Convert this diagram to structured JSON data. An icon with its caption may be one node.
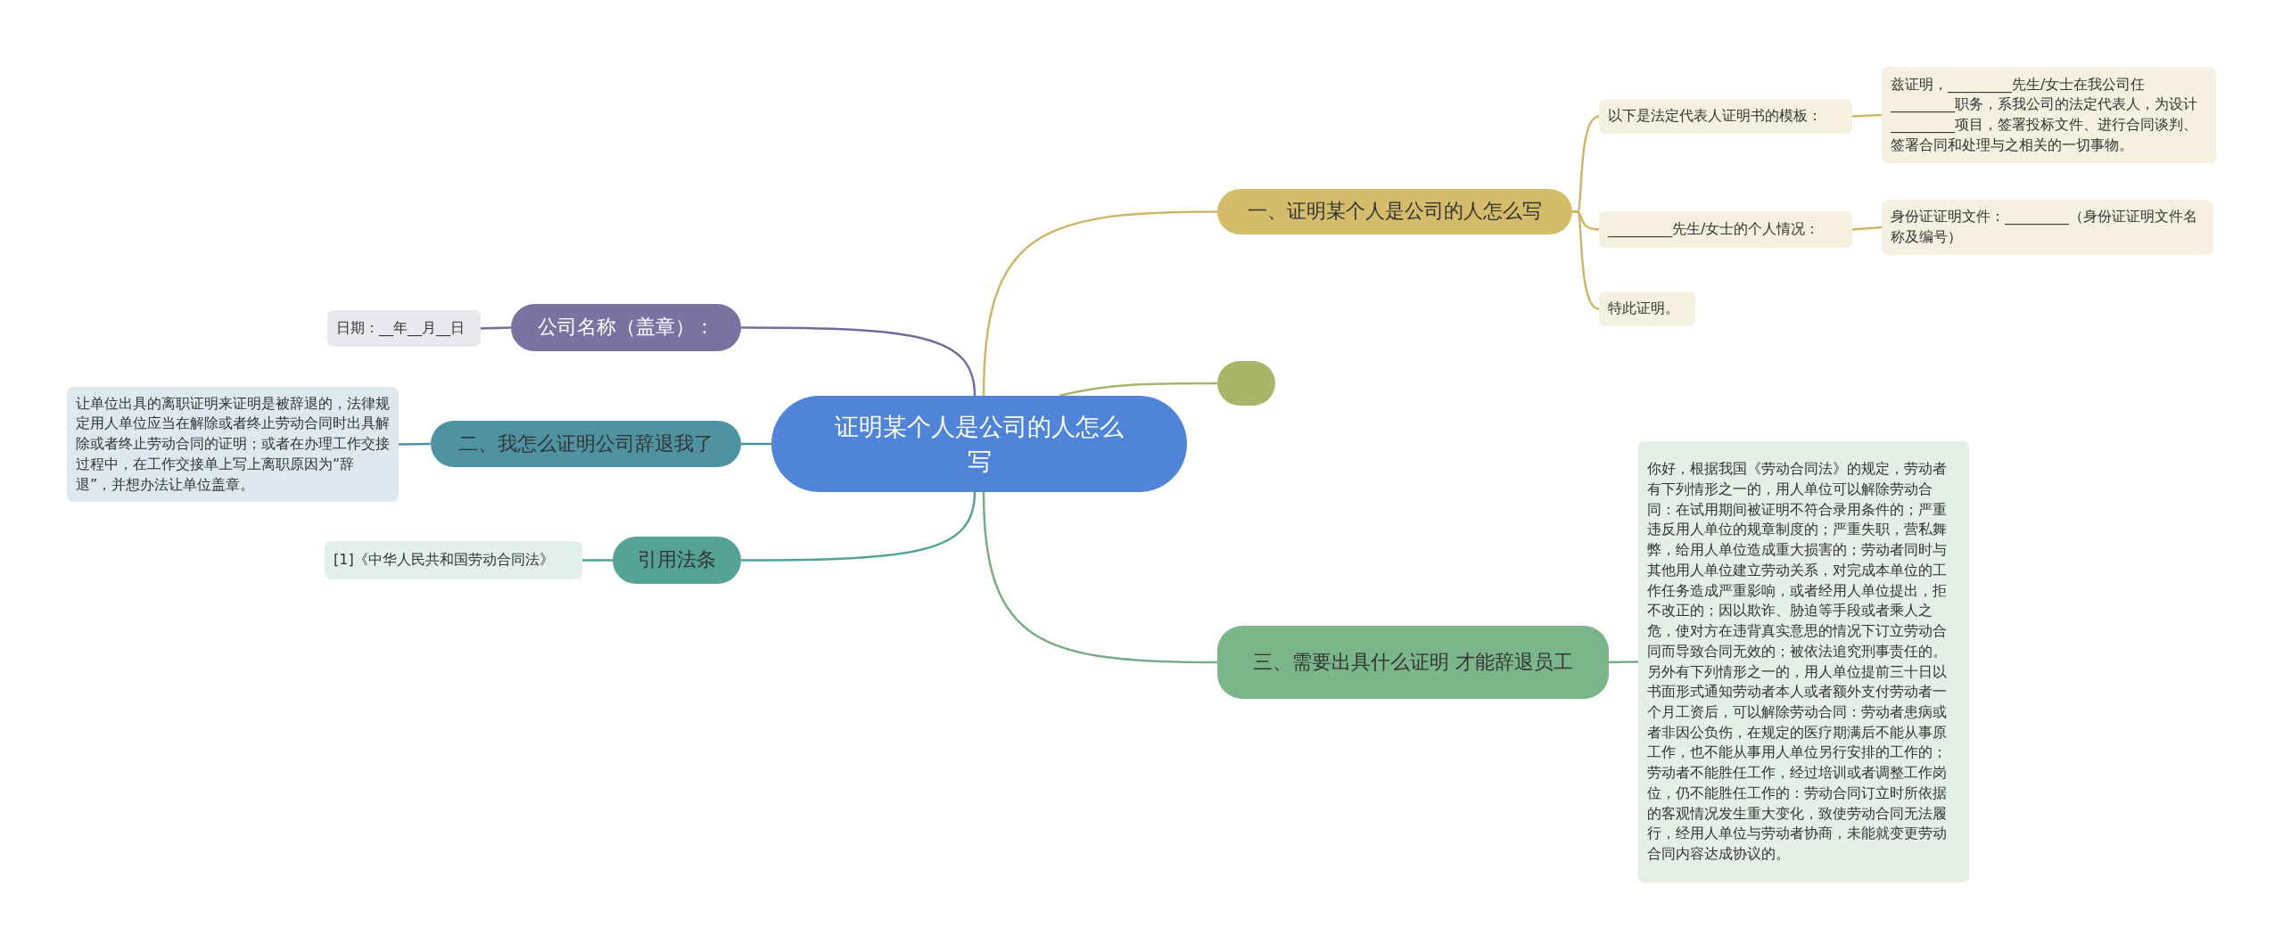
{
  "diagram": {
    "nodes": [
      {
        "text": [
          "证明某个人是公司的人怎么写"
        ]
      },
      {
        "text": [
          "一、证明某个人是公司的人怎么写"
        ]
      },
      {
        "text": [
          "以下是法定代表人证明书的模板："
        ]
      },
      {
        "text": [
          "兹证明，_________先生/女士在我公司任_________职务，系我公司的法定代表人，为设计_________项目，签署投标文件、进行合同谈判、签署合同和处理与之相关的一切事物。"
        ]
      },
      {
        "text": [
          "_________先生/女士的个人情况："
        ]
      },
      {
        "text": [
          "身份证证明文件：_________（身份证证明文件名称及编号）"
        ]
      },
      {
        "text": [
          "特此证明。"
        ]
      },
      {
        "text": [],
        "shape": "box"
      },
      {
        "text": [
          "三、需要出具什么证明 才能辞退员工"
        ]
      },
      {
        "text": [
          "你好，根据我国《劳动合同法》的规定，劳动者有下列情形之一的，用人单位可以解除劳动合同：在试用期间被证明不符合录用条件的；严重违反用人单位的规章制度的；严重失职，营私舞弊，给用人单位造成重大损害的；劳动者同时与其他用人单位建立劳动关系，对完成本单位的工作任务造成严重影响，或者经用人单位提出，拒不改正的；因以欺诈、胁迫等手段或者乘人之危，使对方在违背真实意思的情况下订立劳动合同而导致合同无效的；被依法追究刑事责任的。另外有下列情形之一的，用人单位提前三十日以书面形式通知劳动者本人或者额外支付劳动者一个月工资后，可以解除劳动合同：劳动者患病或者非因公负伤，在规定的医疗期满后不能从事原工作，也不能从事用人单位另行安排的工作的；劳动者不能胜任工作，经过培训或者调整工作岗位，仍不能胜任工作的：劳动合同订立时所依据的客观情况发生重大变化，致使劳动合同无法履行，经用人单位与劳动者协商，未能就变更劳动合同内容达成协议的。"
        ]
      },
      {
        "text": [
          "公司名称（盖章）："
        ]
      },
      {
        "text": [
          "日期：__年__月__日"
        ]
      },
      {
        "text": [
          "二、我怎么证明公司辞退我了"
        ]
      },
      {
        "text": [
          "让单位出具的离职证明来证明是被辞退的，法律规定用人单位应当在解除或者终止劳动合同时出具解除或者终止劳动合同的证明；或者在办理工作交接过程中，在工作交接单上写上离职原因为“辞退”，并想办法让单位盖章。"
        ]
      },
      {
        "text": [
          "引用法条"
        ]
      },
      {
        "text": [
          "[1]《中华人民共和国劳动合同法》"
        ]
      }
    ],
    "edges": [
      {
        "from": 0,
        "to": 1,
        "arrow": "none",
        "color": "#cdb66a"
      },
      {
        "from": 1,
        "to": 2,
        "arrow": "none",
        "color": "#cdb66a"
      },
      {
        "from": 2,
        "to": 3,
        "arrow": "none",
        "color": "#cdb66a"
      },
      {
        "from": 1,
        "to": 4,
        "arrow": "none",
        "color": "#cdb66a"
      },
      {
        "from": 4,
        "to": 5,
        "arrow": "none",
        "color": "#cdb66a"
      },
      {
        "from": 1,
        "to": 6,
        "arrow": "none",
        "color": "#cdb66a"
      },
      {
        "from": 0,
        "to": 7,
        "arrow": "none",
        "color": "#a9b46a"
      },
      {
        "from": 0,
        "to": 8,
        "arrow": "none",
        "color": "#76ad86"
      },
      {
        "from": 8,
        "to": 9,
        "arrow": "none",
        "color": "#76ad86"
      },
      {
        "from": 0,
        "to": 10,
        "arrow": "none",
        "color": "#736c9c"
      },
      {
        "from": 10,
        "to": 11,
        "arrow": "none",
        "color": "#736c9c"
      },
      {
        "from": 0,
        "to": 12,
        "arrow": "none",
        "color": "#4f93a3"
      },
      {
        "from": 12,
        "to": 13,
        "arrow": "none",
        "color": "#4f93a3"
      },
      {
        "from": 0,
        "to": 14,
        "arrow": "none",
        "color": "#55a394"
      },
      {
        "from": 14,
        "to": 15,
        "arrow": "none",
        "color": "#55a394"
      }
    ]
  }
}
